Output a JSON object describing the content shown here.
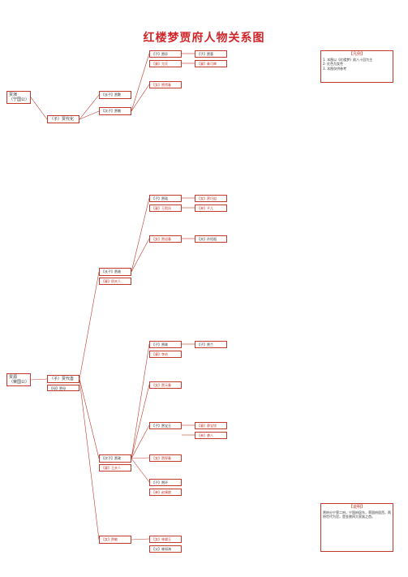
{
  "title": "红楼梦贾府人物关系图",
  "root_left": {
    "text": "贾演\n（宁国公）"
  },
  "root_left2": {
    "text": "贾源\n（荣国公）"
  },
  "wife_dai_hua": {
    "text": "（子）贾代化"
  },
  "wife_dai_shan": {
    "text": "（子）贾代善"
  },
  "wife_jing": {
    "text": "【长子】贾敷"
  },
  "wife_jing2": {
    "text": "【次子】贾敬"
  },
  "wife_she": {
    "text": "【长子】贾赦"
  },
  "wife_zheng": {
    "text": "【次子】贾政"
  },
  "wife_min": {
    "text": "【女】贾敏"
  },
  "wife_mu": {
    "text": "【母】贾母"
  },
  "nodes": [
    {
      "id": "n1",
      "text": "【子】贾珍"
    },
    {
      "id": "n2",
      "text": "【妻】尤氏"
    },
    {
      "id": "n3",
      "text": "【子】贾蓉"
    },
    {
      "id": "n4",
      "text": "【妻】秦可卿"
    },
    {
      "id": "n5",
      "text": "【女】贾惜春"
    },
    {
      "id": "n6",
      "text": "【子】贾琏"
    },
    {
      "id": "n7",
      "text": "【妻】王熙凤"
    },
    {
      "id": "n8",
      "text": "【女】贾巧姐"
    },
    {
      "id": "n9",
      "text": "【女】贾迎春"
    },
    {
      "id": "n10",
      "text": "【夫】孙绍祖"
    },
    {
      "id": "n11",
      "text": "【子】贾珠"
    },
    {
      "id": "n12",
      "text": "【妻】李纨"
    },
    {
      "id": "n13",
      "text": "【子】贾兰"
    },
    {
      "id": "n14",
      "text": "【女】贾元春"
    },
    {
      "id": "n15",
      "text": "【子】贾宝玉"
    },
    {
      "id": "n16",
      "text": "【妻】薛宝钗"
    },
    {
      "id": "n17",
      "text": "【妾】袭人"
    },
    {
      "id": "n18",
      "text": "【女】贾探春"
    },
    {
      "id": "n19",
      "text": "【子】贾环"
    },
    {
      "id": "n20",
      "text": "【妾】赵姨娘"
    },
    {
      "id": "n21",
      "text": "【妻】王夫人"
    },
    {
      "id": "n22",
      "text": "【女】林黛玉"
    },
    {
      "id": "n23",
      "text": "【父】林如海"
    },
    {
      "id": "n24",
      "text": "【妻】邢夫人"
    },
    {
      "id": "n25",
      "text": "【妾】平儿"
    }
  ],
  "notes": [
    {
      "id": "note1",
      "head": "【凡例】",
      "text": "1. 本图以《红楼梦》前八十回为主\n2. 红色为女性\n3. 本图仅供参考"
    },
    {
      "id": "note2",
      "head": "【说明】",
      "text": "贾府分宁荣二府，宁国府居东，荣国府居西，两府世代为官，是金陵四大家族之首。"
    }
  ]
}
